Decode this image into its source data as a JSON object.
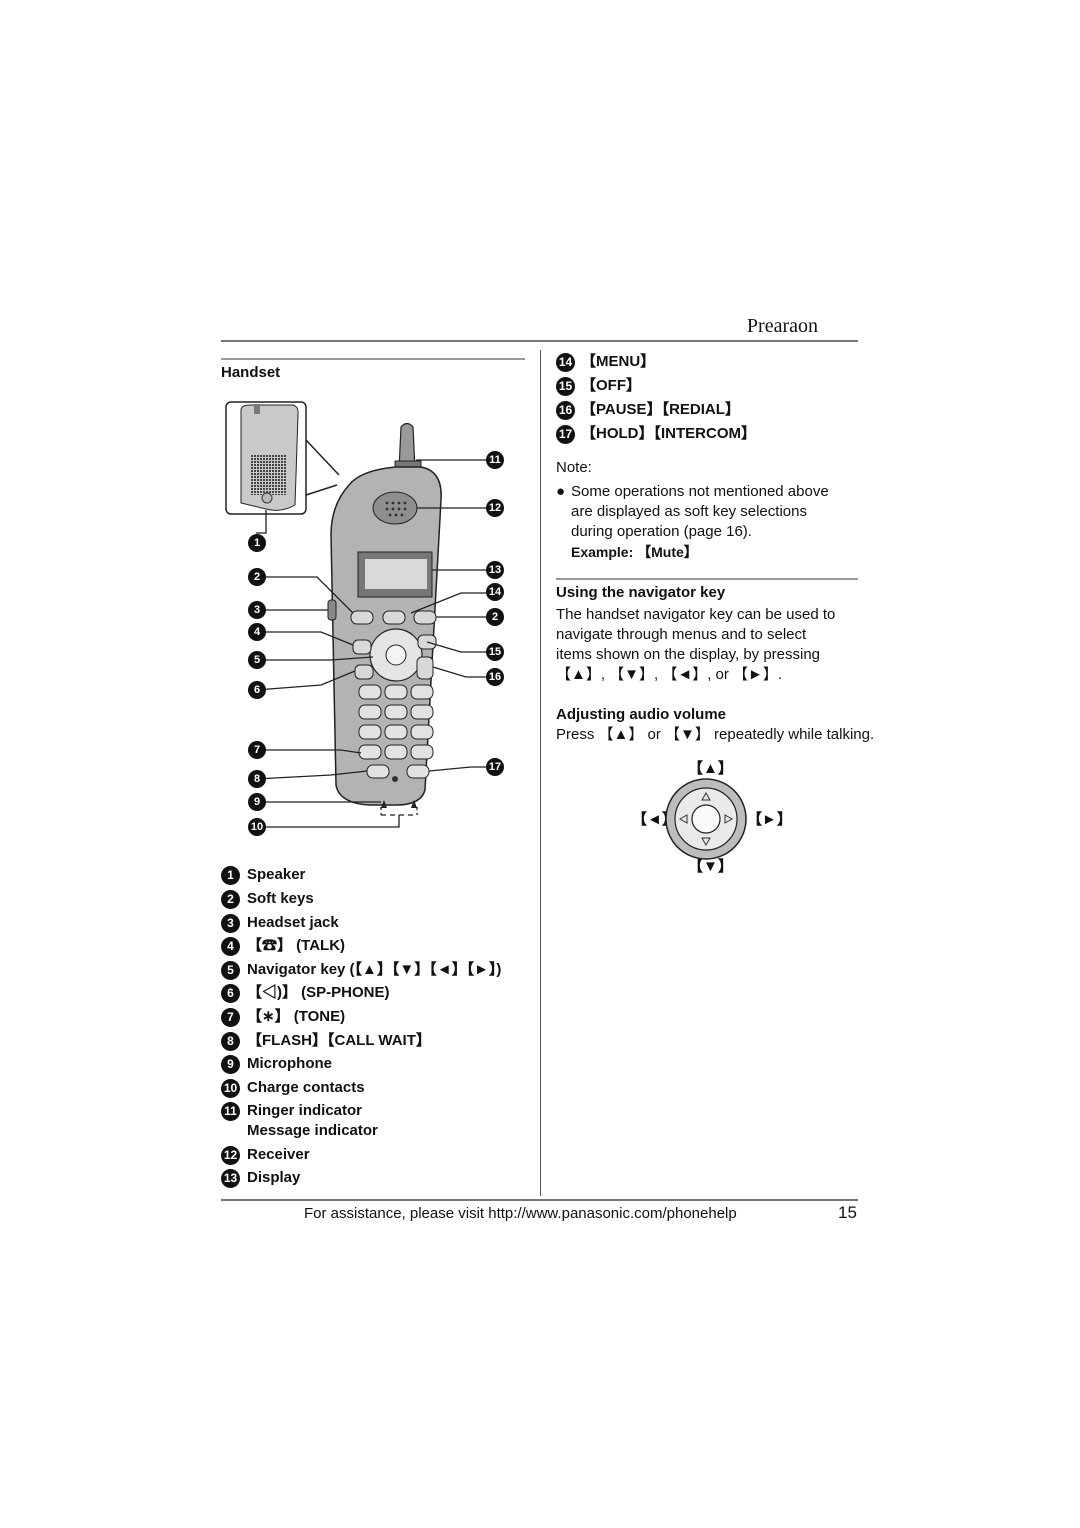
{
  "header": {
    "title": "Prearaon"
  },
  "left": {
    "section_title": "Handset",
    "legend": [
      {
        "num": "1",
        "text": "Speaker"
      },
      {
        "num": "2",
        "text": "Soft keys"
      },
      {
        "num": "3",
        "text": "Headset jack"
      },
      {
        "num": "4",
        "text": "【☎】 (TALK)"
      },
      {
        "num": "5",
        "text": "Navigator key (【▲】【▼】【◄】【►】)"
      },
      {
        "num": "6",
        "text": "【◁)】 (SP-PHONE)"
      },
      {
        "num": "7",
        "text": "【∗】 (TONE)"
      },
      {
        "num": "8",
        "text": "【FLASH】【CALL WAIT】"
      },
      {
        "num": "9",
        "text": "Microphone"
      },
      {
        "num": "10",
        "text": "Charge contacts"
      },
      {
        "num": "11",
        "text": "Ringer indicator",
        "text2": "Message indicator"
      },
      {
        "num": "12",
        "text": "Receiver"
      },
      {
        "num": "13",
        "text": "Display"
      }
    ]
  },
  "right": {
    "keys": [
      {
        "num": "14",
        "text": "【MENU】"
      },
      {
        "num": "15",
        "text": "【OFF】"
      },
      {
        "num": "16",
        "text": "【PAUSE】【REDIAL】"
      },
      {
        "num": "17",
        "text": "【HOLD】【INTERCOM】"
      }
    ],
    "note_title": "Note:",
    "note_bullet": "●",
    "note_lines": [
      "Some operations not mentioned above",
      "are displayed as soft key selections",
      "during operation (page 16)."
    ],
    "example": "Example: 【Mute】",
    "nav_title": "Using the navigator key",
    "nav_lines": [
      "The handset navigator key can be used to",
      "navigate through menus and to select",
      "items shown on the display, by pressing",
      "【▲】, 【▼】, 【◄】, or 【►】."
    ],
    "vol_title": "Adjusting audio volume",
    "vol_line": "Press 【▲】 or 【▼】 repeatedly while talking.",
    "nav_up": "【▲】",
    "nav_down": "【▼】",
    "nav_left": "【◄】",
    "nav_right": "【►】"
  },
  "footer": {
    "text": "For assistance, please visit http://www.panasonic.com/phonehelp",
    "page": "15"
  }
}
